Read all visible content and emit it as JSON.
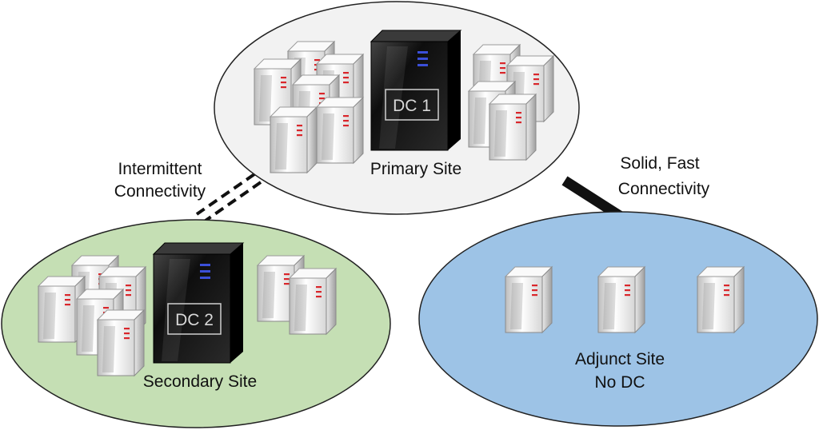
{
  "sites": {
    "primary": {
      "label": "Primary Site",
      "fill": "#f2f2f2"
    },
    "secondary": {
      "label": "Secondary Site",
      "fill": "#c5dfb4"
    },
    "adjunct": {
      "label_line1": "Adjunct Site",
      "label_line2": "No DC",
      "fill": "#9dc3e6"
    }
  },
  "domain_controllers": {
    "dc1": {
      "label": "DC 1"
    },
    "dc2": {
      "label": "DC 2"
    }
  },
  "links": {
    "intermittent": {
      "line1": "Intermittent",
      "line2": "Connectivity",
      "style": "dashed"
    },
    "solid": {
      "line1": "Solid, Fast",
      "line2": "Connectivity",
      "style": "solid"
    }
  },
  "colors": {
    "outline": "#222222",
    "server_accent": "#d9262b",
    "dc_lights": "#3b4fd8",
    "dc_body": "#111111"
  },
  "icons": {
    "server": "server-tower-icon",
    "dc": "domain-controller-icon"
  }
}
